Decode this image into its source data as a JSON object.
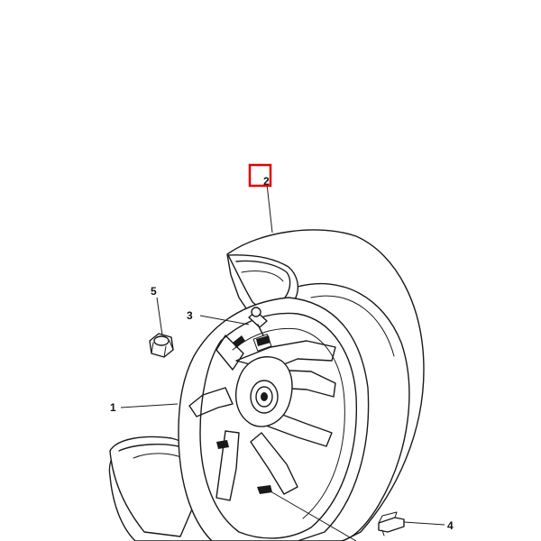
{
  "callouts": {
    "c1": "1",
    "c2": "2",
    "c3": "3",
    "c4": "4",
    "c5": "5"
  },
  "highlight_color": "#e00000"
}
